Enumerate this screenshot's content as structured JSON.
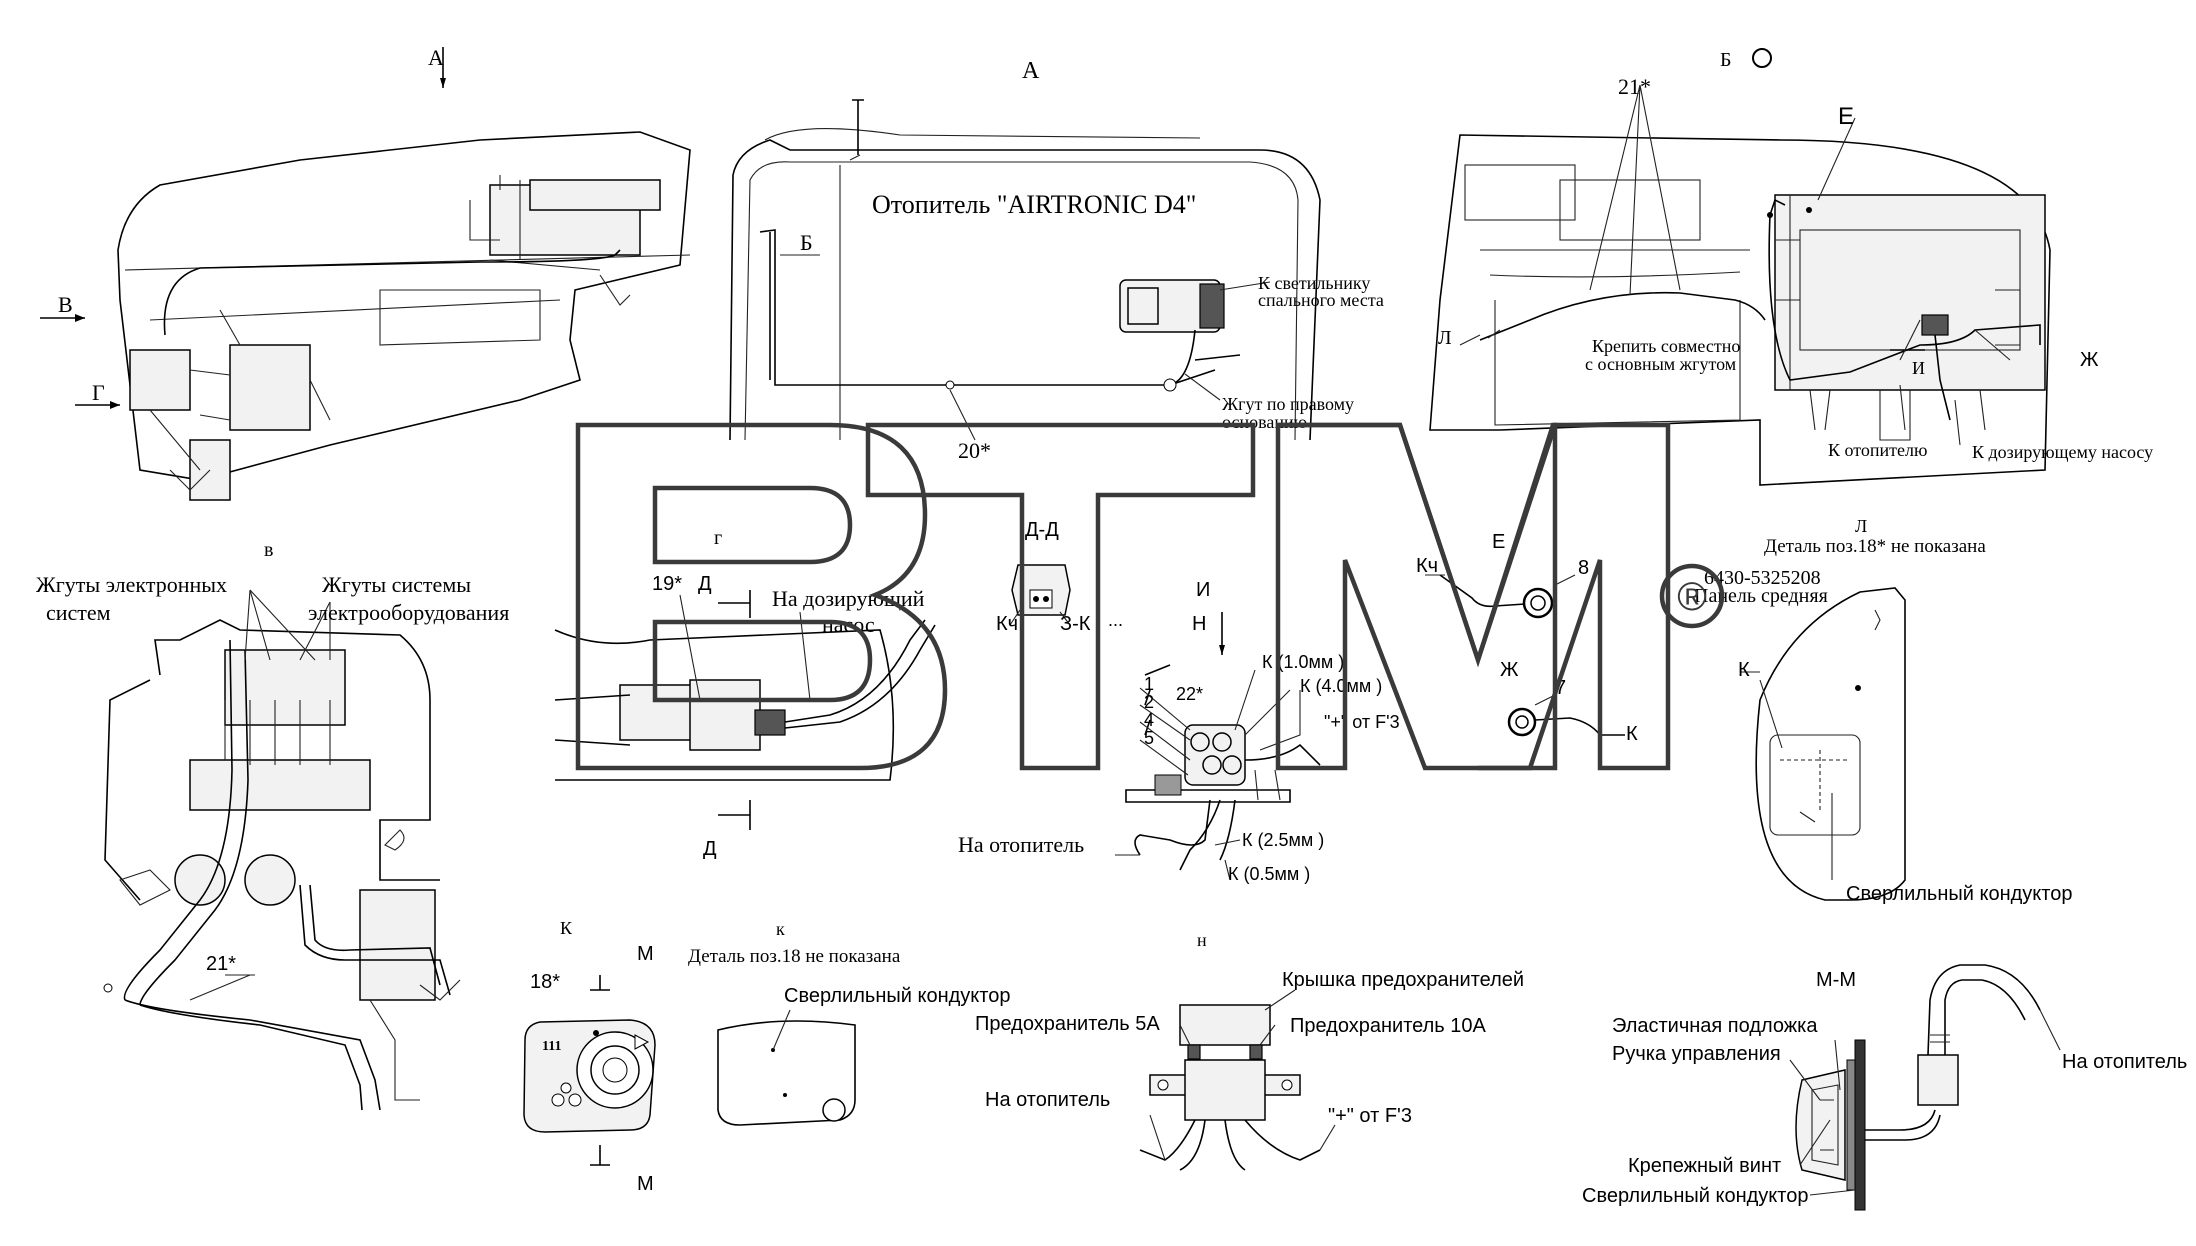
{
  "views": {
    "a_left": "А",
    "a_center": "А",
    "b_top": "Б",
    "b_view": "Б",
    "v_arrow": "В",
    "g_arrow": "Г",
    "v_view": "в",
    "g_view": "г",
    "d_top": "Д",
    "d_bottom": "Д",
    "dd_view": "Д-Д",
    "i_view": "И",
    "i_small": "И",
    "n_view": "Н",
    "n_title": "н",
    "e_view": "Е",
    "e_top": "Е",
    "zh_view": "Ж",
    "zh_right": "Ж",
    "k_view": "К",
    "k_view2": "к",
    "l_view": "Л",
    "l_small": "Л",
    "m_top": "М",
    "m_bottom": "М",
    "mm_view": "М-М"
  },
  "labels": {
    "heater_title": "Отопитель \"AIRTRONIC D4\"",
    "sleeper_lamp_1": "К  светильнику",
    "sleeper_lamp_2": "спального места",
    "harness_right_1": "Жгут по правому",
    "harness_right_2": "основанию",
    "pos20": "20*",
    "pos21_top": "21*",
    "pos21_left": "21*",
    "pos19": "19*",
    "pos22": "22*",
    "pos18": "18*",
    "pos8": "8",
    "pos7": "7",
    "fasten_1": "Крепить совместно",
    "fasten_2": "с основным жгутом",
    "to_heater_top": "К отопителю",
    "to_pump_top": "К дозирующему насосу",
    "harness_el_1": "Жгуты электронных",
    "harness_el_2": "систем",
    "harness_sys_1": "Жгуты системы",
    "harness_sys_2": "электрооборудования",
    "dosing_1": "На дозирующий",
    "dosing_2": "насос",
    "kch_dd": "Кч",
    "zk_dd": "З-К",
    "dots": "...",
    "num1": "1",
    "num2": "2",
    "num4": "4",
    "num5": "5",
    "k10": "К (1.0мм )",
    "k40": "К (4.0мм )",
    "plus_f3_i": "\"+\" от F'3",
    "k25": "К (2.5мм )",
    "k05": "К (0.5мм )",
    "to_heater_i": "На отопитель",
    "kch_e": "Кч",
    "k_zh": "К",
    "detail18_l": "Деталь поз.18* не показана",
    "panel_code": "6430-5325208",
    "panel_name": "Панель средняя",
    "k_l": "К",
    "drill_l": "Сверлильный кондуктор",
    "detail18_k": "Деталь поз.18 не показана",
    "drill_k": "Сверлильный кондуктор",
    "fuse_cover": "Крышка предохранителей",
    "fuse5": "Предохранитель 5А",
    "fuse10": "Предохранитель 10А",
    "to_heater_n": "На отопитель",
    "plus_f3_n": "\"+\" от F'3",
    "elastic": "Эластичная подложка",
    "control_knob": "Ручка управления",
    "to_heater_m": "На отопитель",
    "screw": "Крепежный винт",
    "drill_m": "Сверлильный кондуктор",
    "panel_glyph": "111"
  },
  "watermark": {
    "text": "BTM",
    "registered": "®",
    "stroke_color": "#3a3a3a"
  }
}
